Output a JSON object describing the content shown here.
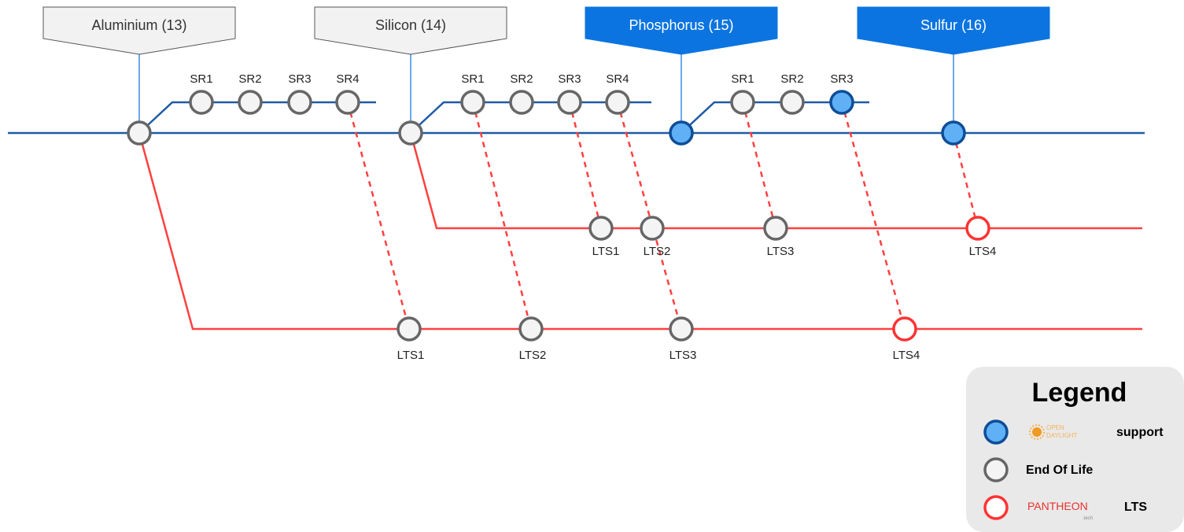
{
  "releases": [
    {
      "id": "aluminium",
      "label": "Aluminium (13)",
      "active": false
    },
    {
      "id": "silicon",
      "label": "Silicon (14)",
      "active": false
    },
    {
      "id": "phosphorus",
      "label": "Phosphorus (15)",
      "active": true
    },
    {
      "id": "sulfur",
      "label": "Sulfur (16)",
      "active": true
    }
  ],
  "service_releases": {
    "aluminium": [
      "SR1",
      "SR2",
      "SR3",
      "SR4"
    ],
    "silicon": [
      "SR1",
      "SR2",
      "SR3",
      "SR4"
    ],
    "phosphorus": [
      "SR1",
      "SR2",
      "SR3"
    ]
  },
  "lts_upper": [
    "LTS1",
    "LTS2",
    "LTS3",
    "LTS4"
  ],
  "lts_lower": [
    "LTS1",
    "LTS2",
    "LTS3",
    "LTS4"
  ],
  "legend": {
    "title": "Legend",
    "support_text": "support",
    "eol_text": "End Of Life",
    "lts_text": "LTS",
    "opendaylight_logo_line1": "OPEN",
    "opendaylight_logo_line2": "DAYLIGHT",
    "pantheon_logo": "PANTHEON",
    "pantheon_logo_sub": ".tech"
  },
  "colors": {
    "main_line": "#1f5aa6",
    "lts_line": "#ff4040",
    "active_banner": "#0b74e0",
    "inactive_banner": "#f2f2f2",
    "support_node_fill": "#5fb0f5",
    "support_node_stroke": "#0e4d98",
    "eol_node_fill": "#f4f4f4",
    "eol_node_stroke": "#666666",
    "lts_node_stroke": "#ff3333"
  }
}
